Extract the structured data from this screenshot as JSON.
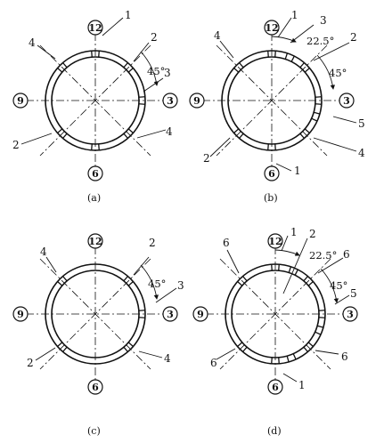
{
  "panels": [
    {
      "id": "a",
      "caption": "(a)",
      "clock": {
        "top": "12",
        "right": "3",
        "bottom": "6",
        "left": "9"
      },
      "callouts": [
        "1",
        "2",
        "3",
        "4",
        "2",
        "4"
      ],
      "angles": [
        "45°"
      ]
    },
    {
      "id": "b",
      "caption": "(b)",
      "clock": {
        "top": "12",
        "right": "3",
        "bottom": "6",
        "left": "9"
      },
      "callouts": [
        "1",
        "3",
        "2",
        "4",
        "5",
        "2",
        "4",
        "1"
      ],
      "angles": [
        "22.5°",
        "45°"
      ]
    },
    {
      "id": "c",
      "caption": "(c)",
      "clock": {
        "top": "12",
        "right": "3",
        "bottom": "6",
        "left": "9"
      },
      "callouts": [
        "2",
        "4",
        "3",
        "2",
        "4"
      ],
      "angles": [
        "45°"
      ]
    },
    {
      "id": "d",
      "caption": "(d)",
      "clock": {
        "top": "12",
        "right": "3",
        "bottom": "6",
        "left": "9"
      },
      "callouts": [
        "1",
        "2",
        "6",
        "6",
        "5",
        "6",
        "6",
        "1"
      ],
      "angles": [
        "22.5°",
        "45°"
      ]
    }
  ]
}
